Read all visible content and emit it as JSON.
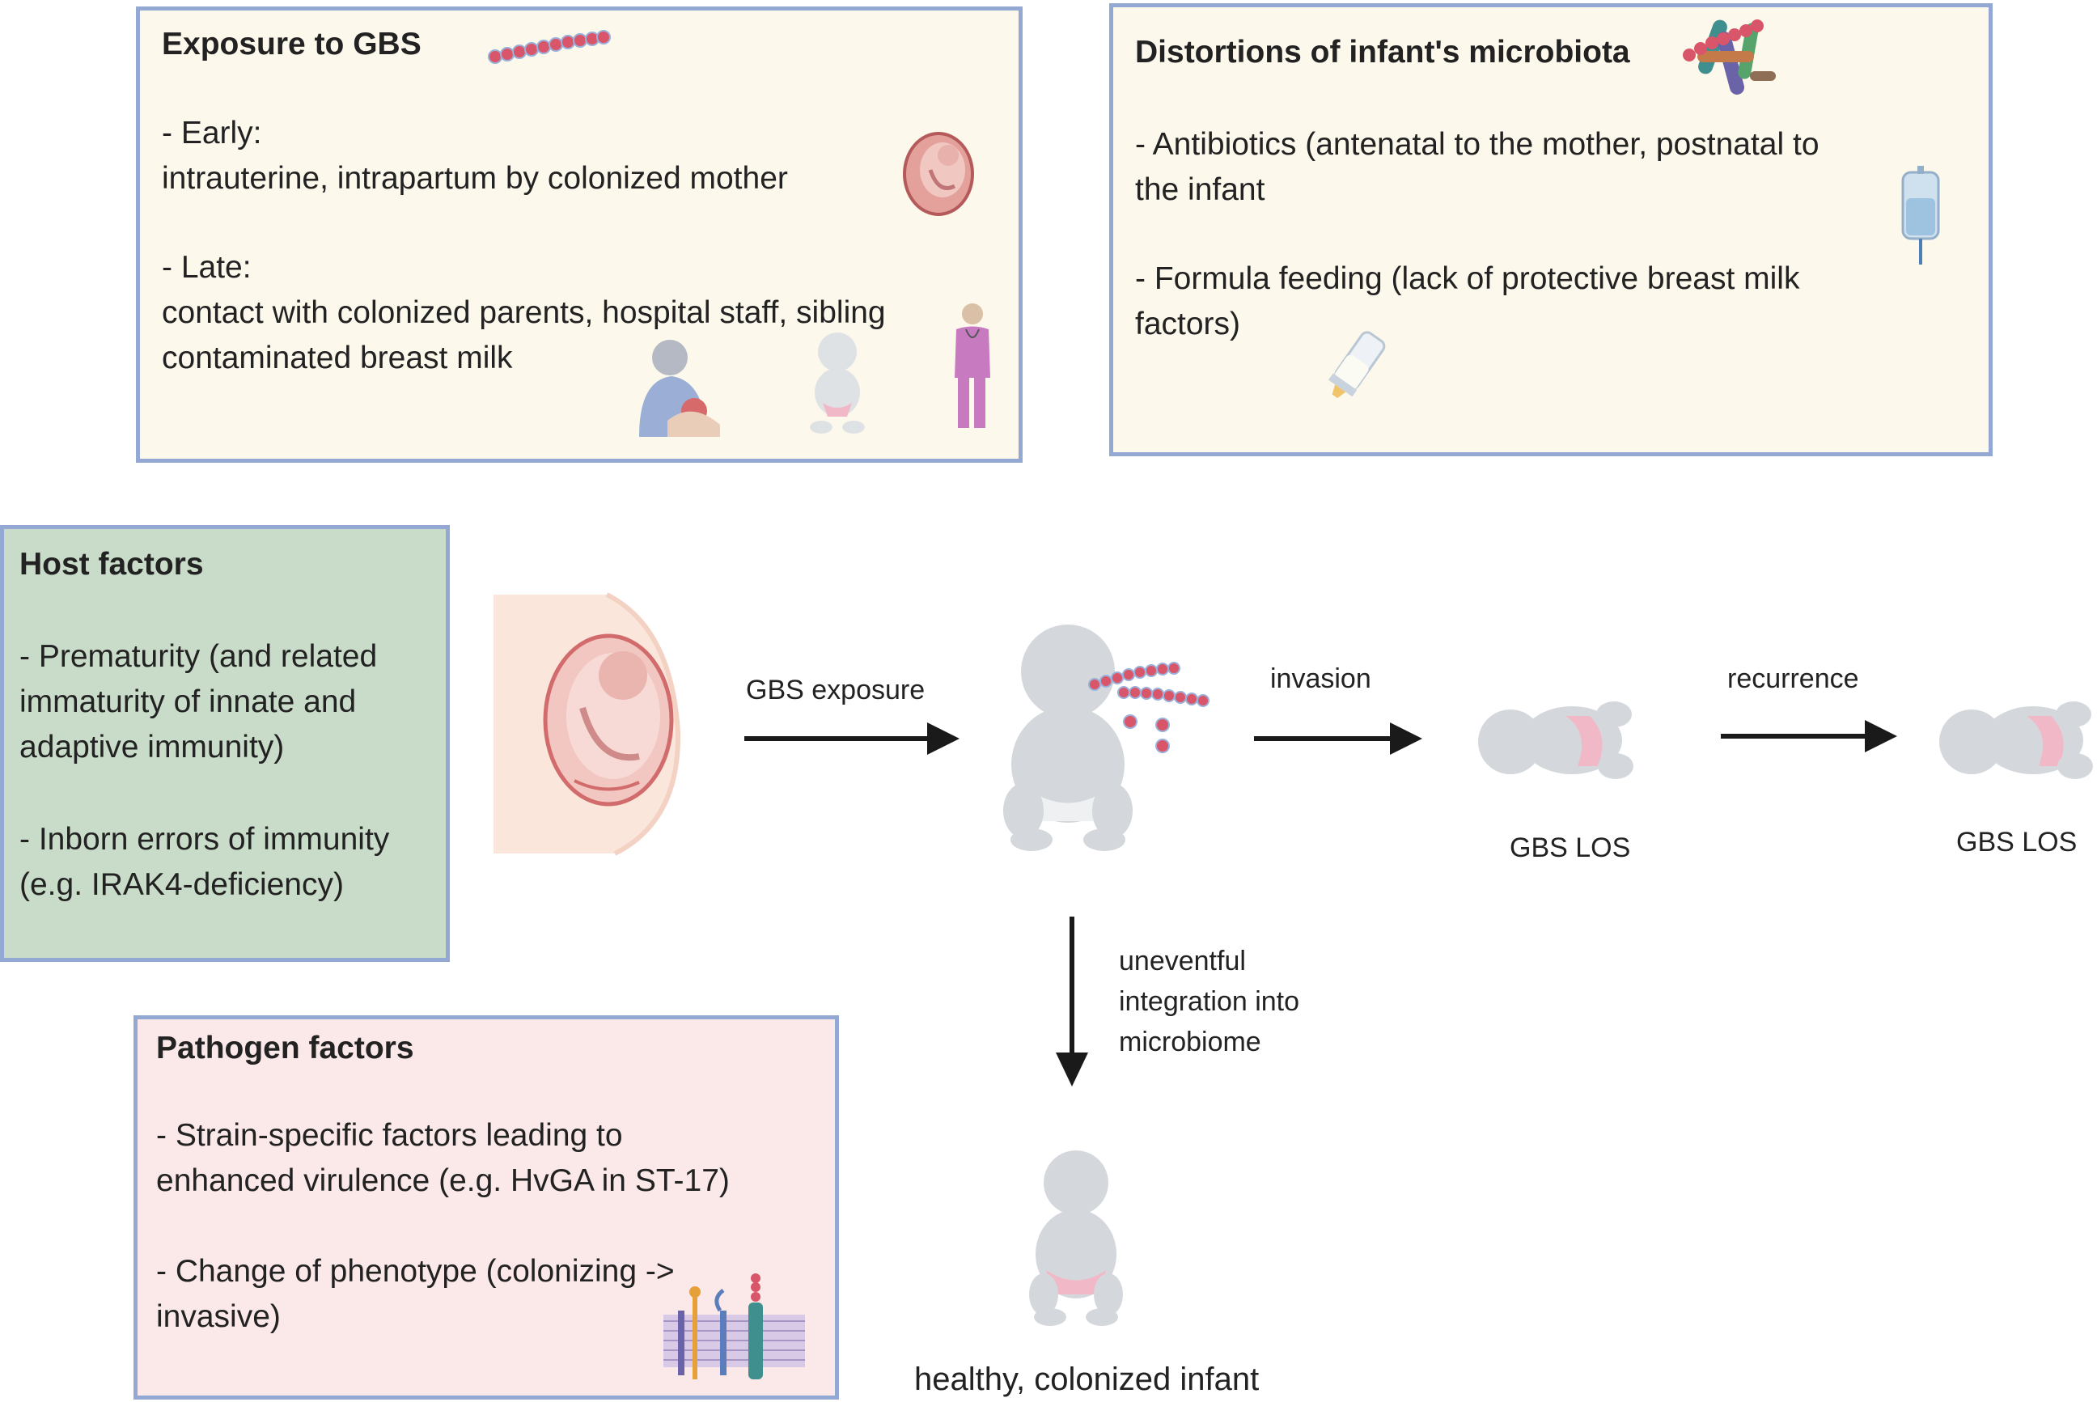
{
  "exposure": {
    "title": "Exposure to GBS",
    "early_label": "- Early:",
    "early_text": "intrauterine, intrapartum by colonized mother",
    "late_label": "- Late:",
    "late_text_1": "contact with colonized parents, hospital staff, sibling",
    "late_text_2": "contaminated breast milk"
  },
  "microbiota": {
    "title": "Distortions of infant's microbiota",
    "antibiotics_1": "- Antibiotics  (antenatal to the mother, postnatal  to",
    "antibiotics_2": "the infant",
    "formula_1": "- Formula feeding (lack of protective breast milk",
    "formula_2": "factors)"
  },
  "host": {
    "title": "Host factors",
    "prematurity_1": "- Prematurity (and related",
    "prematurity_2": "immaturity of innate and",
    "prematurity_3": "adaptive immunity)",
    "inborn_1": "- Inborn errors of immunity",
    "inborn_2": "(e.g. IRAK4-deficiency)"
  },
  "pathogen": {
    "title": "Pathogen factors",
    "strain_1": "- Strain-specific factors leading to",
    "strain_2": "enhanced virulence (e.g. HvGA in ST-17)",
    "phenotype_1": "- Change of phenotype (colonizing ->",
    "phenotype_2": "invasive)"
  },
  "flow": {
    "exposure_label": "GBS exposure",
    "invasion_label": "invasion",
    "recurrence_label": "recurrence",
    "los_label_1": "GBS LOS",
    "los_label_2": "GBS LOS",
    "uneventful_1": "uneventful",
    "uneventful_2": "integration into",
    "uneventful_3": "microbiome",
    "healthy_label": "healthy, colonized infant"
  },
  "colors": {
    "box_border": "#93a8d2",
    "cream_fill": "#fdf8ec",
    "host_fill": "#c9dcc9",
    "pathogen_fill": "#fbe8e8",
    "bacteria": "#d9566a",
    "infant": "#d4d8dc",
    "arrow": "#1a1a1a"
  },
  "icons": [
    "streptococcus-chain-icon",
    "fetus-in-uterus-icon",
    "breastfeeding-mother-icon",
    "sitting-baby-icon",
    "nurse-icon",
    "bacteria-cluster-icon",
    "iv-bag-icon",
    "baby-bottle-icon",
    "pregnant-woman-icon",
    "lying-infant-icon",
    "membrane-proteins-icon"
  ]
}
